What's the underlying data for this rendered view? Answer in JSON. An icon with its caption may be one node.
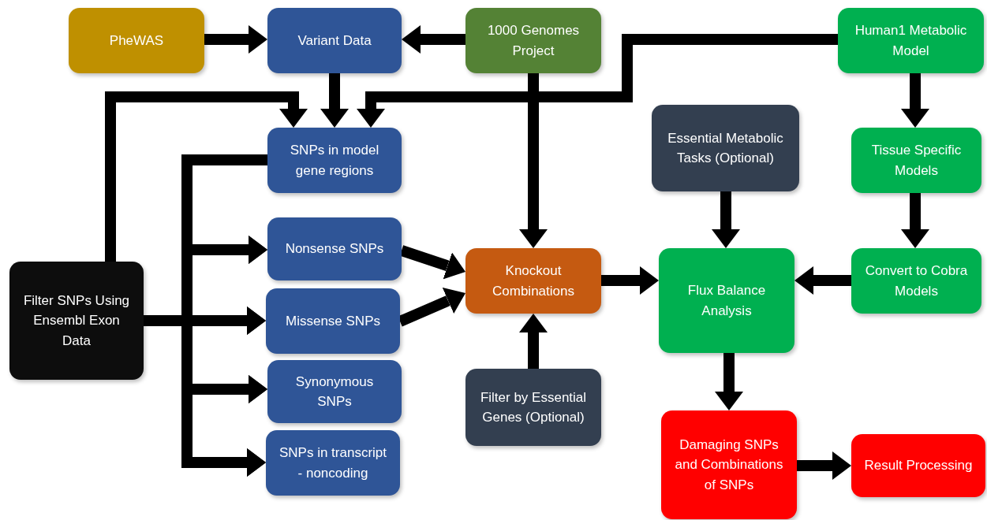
{
  "diagram": {
    "nodes": [
      {
        "text": [
          "PheWAS"
        ]
      },
      {
        "text": [
          "Variant Data"
        ]
      },
      {
        "text": [
          "1000 Genomes Project"
        ]
      },
      {
        "text": [
          "Human1 Metabolic Model"
        ]
      },
      {
        "text": [
          "SNPs in model gene regions"
        ]
      },
      {
        "text": [
          "Essential Metabolic Tasks (Optional)"
        ]
      },
      {
        "text": [
          "Tissue Specific Models"
        ]
      },
      {
        "text": [
          "Nonsense SNPs"
        ]
      },
      {
        "text": [
          "Knockout Combinations"
        ]
      },
      {
        "text": [
          "Flux Balance Analysis"
        ]
      },
      {
        "text": [
          "Convert to Cobra Models"
        ]
      },
      {
        "text": [
          "Filter SNPs Using Ensembl Exon Data"
        ]
      },
      {
        "text": [
          "Missense SNPs"
        ]
      },
      {
        "text": [
          "Synonymous SNPs"
        ]
      },
      {
        "text": [
          "Filter by Essential Genes (Optional)"
        ]
      },
      {
        "text": [
          "SNPs in transcript  - noncoding"
        ]
      },
      {
        "text": [
          "Damaging SNPs and Combinations of SNPs"
        ]
      },
      {
        "text": [
          "Result Processing"
        ]
      }
    ],
    "edges": [
      {
        "from": 0,
        "to": 1,
        "arrow": "to"
      },
      {
        "from": 2,
        "to": 1,
        "arrow": "to"
      },
      {
        "from": 1,
        "to": 4,
        "arrow": "to"
      },
      {
        "from": 11,
        "to": 4,
        "arrow": "to"
      },
      {
        "from": 3,
        "to": 4,
        "arrow": "to"
      },
      {
        "from": 2,
        "to": 8,
        "arrow": "to"
      },
      {
        "from": 4,
        "to": 7,
        "arrow": "to"
      },
      {
        "from": 4,
        "to": 12,
        "arrow": "to"
      },
      {
        "from": 4,
        "to": 13,
        "arrow": "to"
      },
      {
        "from": 4,
        "to": 15,
        "arrow": "to"
      },
      {
        "from": 11,
        "to": 7,
        "arrow": "to"
      },
      {
        "from": 11,
        "to": 12,
        "arrow": "to"
      },
      {
        "from": 11,
        "to": 13,
        "arrow": "to"
      },
      {
        "from": 11,
        "to": 15,
        "arrow": "to"
      },
      {
        "from": 7,
        "to": 8,
        "arrow": "to"
      },
      {
        "from": 12,
        "to": 8,
        "arrow": "to"
      },
      {
        "from": 14,
        "to": 8,
        "arrow": "to"
      },
      {
        "from": 8,
        "to": 9,
        "arrow": "to"
      },
      {
        "from": 5,
        "to": 9,
        "arrow": "to"
      },
      {
        "from": 3,
        "to": 6,
        "arrow": "to"
      },
      {
        "from": 6,
        "to": 10,
        "arrow": "to"
      },
      {
        "from": 10,
        "to": 9,
        "arrow": "to"
      },
      {
        "from": 9,
        "to": 16,
        "arrow": "to"
      },
      {
        "from": 16,
        "to": 17,
        "arrow": "to"
      }
    ]
  }
}
